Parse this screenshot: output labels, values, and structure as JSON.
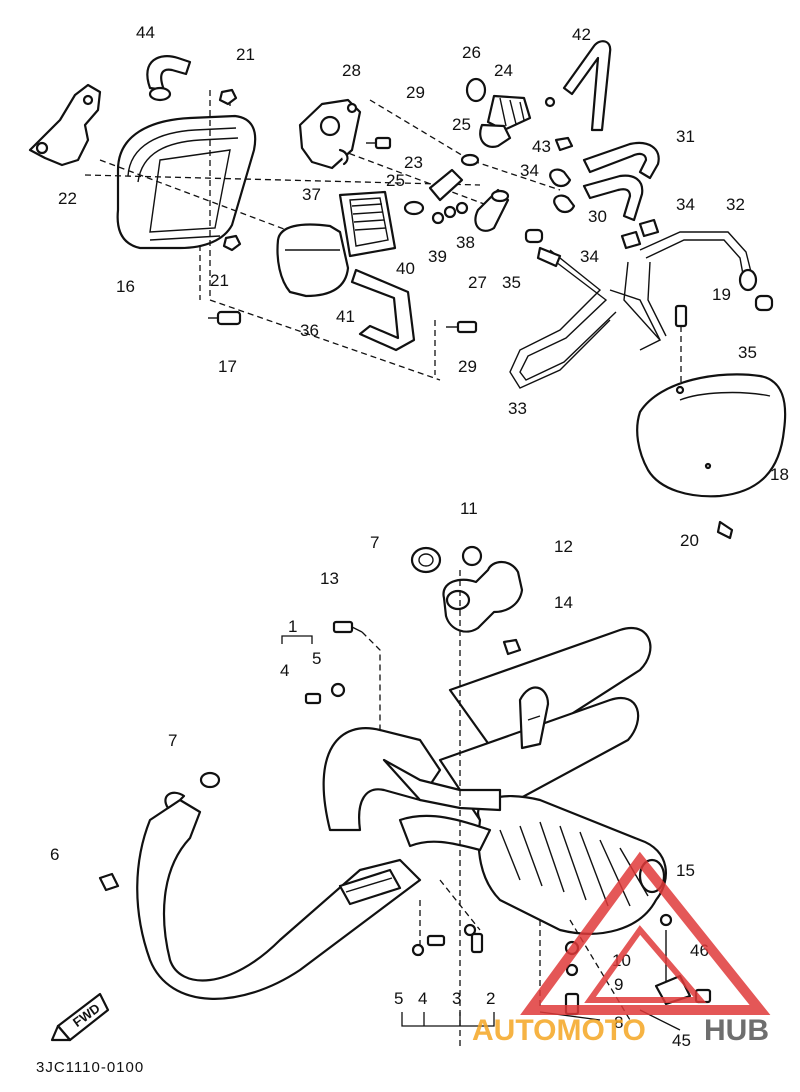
{
  "diagram": {
    "labels": [
      "44",
      "21",
      "28",
      "29",
      "26",
      "24",
      "42",
      "22",
      "16",
      "25",
      "23",
      "43",
      "31",
      "37",
      "25",
      "34",
      "30",
      "21",
      "36",
      "40",
      "39",
      "38",
      "27",
      "35",
      "34",
      "32",
      "34",
      "19",
      "17",
      "41",
      "29",
      "33",
      "35",
      "18",
      "20",
      "11",
      "7",
      "12",
      "13",
      "14",
      "1",
      "5",
      "4",
      "7",
      "6",
      "5",
      "4",
      "3",
      "2",
      "15",
      "10",
      "9",
      "46",
      "8",
      "45"
    ],
    "footer_code": "3JC1110-0100",
    "fwd_label": "FWD",
    "watermark": {
      "word1": "AUTOMOTO",
      "word2": "HUB",
      "color1": "#f5a623",
      "color2": "#555555",
      "logo_color": "#e03a3a"
    }
  }
}
